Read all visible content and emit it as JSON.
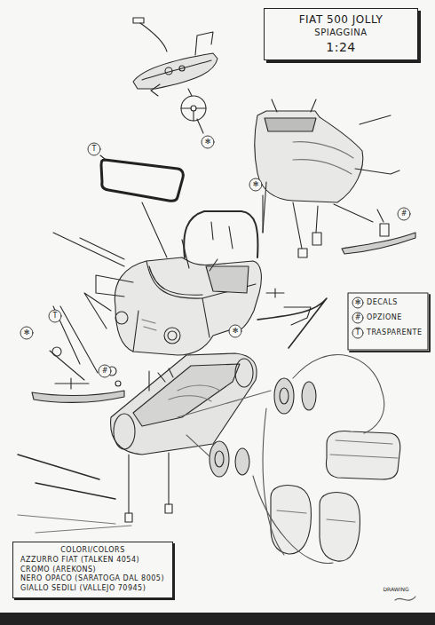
{
  "diagram": {
    "nodes": [
      {
        "text": [
          "FIAT 500 JOLLY",
          "SPIAGGINA",
          "1:24"
        ]
      },
      {
        "text": [
          "COLORI/COLORS",
          "AZZURRO FIAT (TALKEN 4054)",
          "CROMO (AREKONS)",
          "NERO OPACO (SARATOGA DAL 8005)",
          "GIALLO SEDILI (VALLEJO 70945)"
        ]
      }
    ],
    "edges": [],
    "labels": [
      "T",
      "✻",
      "✻",
      "#",
      "T",
      "✻",
      "✻",
      "#",
      "✻",
      "#",
      "T",
      "DRAWING"
    ],
    "legend": [
      {
        "text": "DECALS"
      },
      {
        "text": "OPZIONE"
      },
      {
        "text": "TRASPARENTE"
      }
    ]
  }
}
